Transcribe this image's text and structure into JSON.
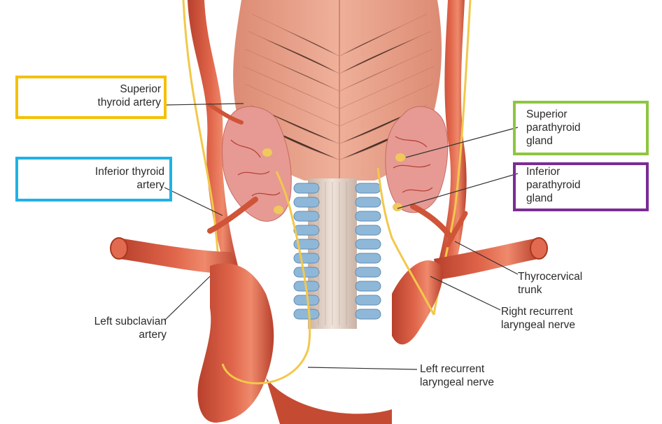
{
  "labels": {
    "superior_thyroid_artery": [
      "Superior",
      "thyroid artery"
    ],
    "inferior_thyroid_artery": [
      "Inferior thyroid",
      "artery"
    ],
    "left_subclavian_artery": [
      "Left subclavian",
      "artery"
    ],
    "superior_parathyroid_gland": [
      "Superior",
      "parathyroid",
      "gland"
    ],
    "inferior_parathyroid_gland": [
      "Inferior",
      "parathyroid",
      "gland"
    ],
    "thyrocervical_trunk": [
      "Thyrocervical",
      "trunk"
    ],
    "right_recurrent_laryngeal_nerve": [
      "Right recurrent",
      "laryngeal nerve"
    ],
    "left_recurrent_laryngeal_nerve": [
      "Left recurrent",
      "laryngeal nerve"
    ]
  },
  "highlight_colors": {
    "superior_thyroid_artery": "#f5c000",
    "inferior_thyroid_artery": "#1fb2e6",
    "superior_parathyroid_gland": "#8dc63f",
    "inferior_parathyroid_gland": "#7a2c94"
  },
  "tissue_colors": {
    "artery": "#d9533a",
    "artery_highlight": "#ef8a6c",
    "muscle": "#e9a087",
    "muscle_line": "#c97863",
    "thyroid": "#e69a93",
    "nerve": "#f2c84b",
    "cartilage": "#8fb8d8",
    "trachea": "#d8c7bd",
    "parathyroid": "#f0c85c"
  }
}
